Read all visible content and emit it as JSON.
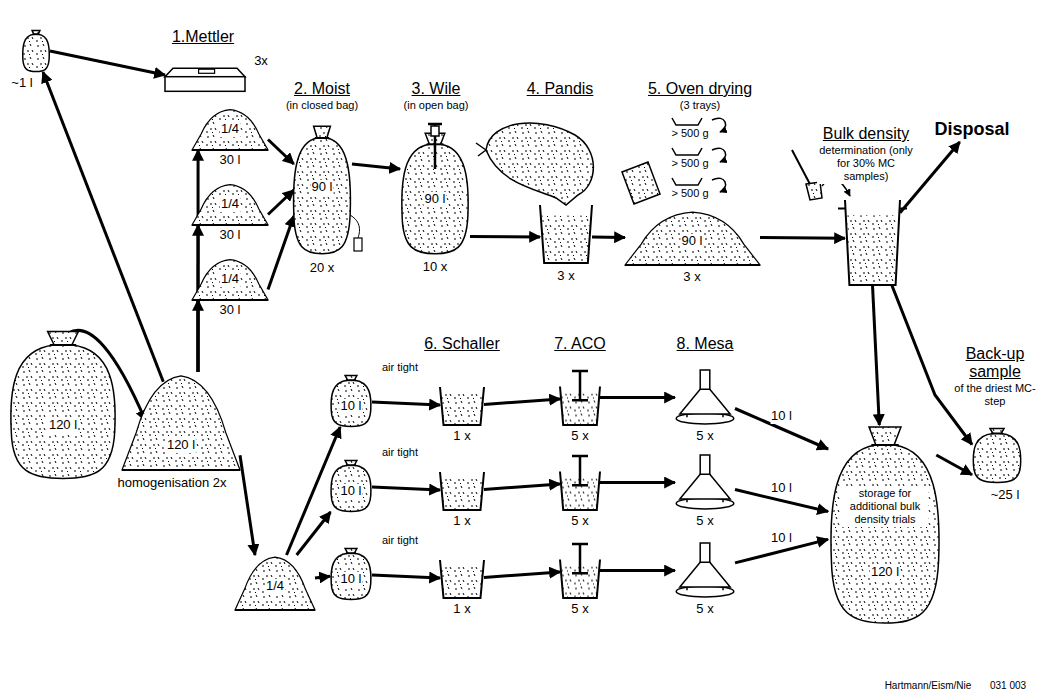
{
  "diagram": {
    "nodes": [
      {
        "text": [
          "120 l"
        ]
      },
      {
        "text": [
          "120 l",
          "homogenisation 2x"
        ]
      },
      {
        "text": [
          "~1 l"
        ]
      },
      {
        "text": [
          "1.Mettler",
          "3x"
        ]
      },
      {
        "text": [
          "1/4",
          "30 l"
        ]
      },
      {
        "text": [
          "1/4",
          "30 l"
        ]
      },
      {
        "text": [
          "1/4",
          "30 l"
        ]
      },
      {
        "text": [
          "90 l",
          "20 x"
        ]
      },
      {
        "text": [
          "90 l",
          "10 x"
        ]
      },
      {
        "text": [
          "3 x"
        ]
      },
      {
        "text": [
          "90 l",
          "3 x"
        ]
      },
      {
        "text": [
          "Bulk density",
          "determination (only for 30% MC samples)"
        ]
      },
      {
        "text": [
          "Disposal"
        ]
      },
      {
        "text": [
          "1/4"
        ]
      },
      {
        "text": [
          "air tight",
          "10 l"
        ]
      },
      {
        "text": [
          "air tight",
          "10 l"
        ]
      },
      {
        "text": [
          "air tight",
          "10 l"
        ]
      },
      {
        "text": [
          "1 x"
        ]
      },
      {
        "text": [
          "1 x"
        ]
      },
      {
        "text": [
          "1 x"
        ]
      },
      {
        "text": [
          "5 x"
        ]
      },
      {
        "text": [
          "5 x"
        ]
      },
      {
        "text": [
          "5 x"
        ]
      },
      {
        "text": [
          "5 x"
        ]
      },
      {
        "text": [
          "5 x"
        ]
      },
      {
        "text": [
          "5 x"
        ]
      },
      {
        "text": [
          "storage for additional bulk density trials",
          "120 l"
        ]
      },
      {
        "text": [
          "Back-up sample",
          "of the driest MC-step",
          "~25 l"
        ]
      }
    ],
    "edges": [
      {
        "from": 0,
        "to": 1,
        "arrow": "to"
      },
      {
        "from": 1,
        "to": 2,
        "arrow": "to"
      },
      {
        "from": 2,
        "to": 3,
        "arrow": "to"
      },
      {
        "from": 1,
        "to": 4,
        "arrow": "to"
      },
      {
        "from": 1,
        "to": 5,
        "arrow": "to"
      },
      {
        "from": 1,
        "to": 6,
        "arrow": "to"
      },
      {
        "from": 4,
        "to": 7,
        "arrow": "to"
      },
      {
        "from": 5,
        "to": 7,
        "arrow": "to"
      },
      {
        "from": 6,
        "to": 7,
        "arrow": "to"
      },
      {
        "from": 7,
        "to": 8,
        "arrow": "to"
      },
      {
        "from": 8,
        "to": 9,
        "arrow": "to"
      },
      {
        "from": 9,
        "to": 10,
        "arrow": "to"
      },
      {
        "from": 10,
        "to": 11,
        "arrow": "to"
      },
      {
        "from": 11,
        "to": 12,
        "arrow": "to"
      },
      {
        "from": 11,
        "to": 26,
        "arrow": "to"
      },
      {
        "from": 11,
        "to": 27,
        "arrow": "to"
      },
      {
        "from": 1,
        "to": 13,
        "arrow": "to"
      },
      {
        "from": 13,
        "to": 14,
        "arrow": "to"
      },
      {
        "from": 13,
        "to": 15,
        "arrow": "to"
      },
      {
        "from": 13,
        "to": 16,
        "arrow": "to"
      },
      {
        "from": 14,
        "to": 17,
        "arrow": "to"
      },
      {
        "from": 15,
        "to": 18,
        "arrow": "to"
      },
      {
        "from": 16,
        "to": 19,
        "arrow": "to"
      },
      {
        "from": 17,
        "to": 20,
        "arrow": "to"
      },
      {
        "from": 18,
        "to": 21,
        "arrow": "to"
      },
      {
        "from": 19,
        "to": 22,
        "arrow": "to"
      },
      {
        "from": 20,
        "to": 23,
        "arrow": "to"
      },
      {
        "from": 21,
        "to": 24,
        "arrow": "to"
      },
      {
        "from": 22,
        "to": 25,
        "arrow": "to"
      },
      {
        "from": 23,
        "to": 26,
        "label": "10 l",
        "arrow": "to"
      },
      {
        "from": 24,
        "to": 26,
        "label": "10 l",
        "arrow": "to"
      },
      {
        "from": 25,
        "to": 26,
        "label": "10 l",
        "arrow": "to"
      },
      {
        "from": 26,
        "to": 27,
        "arrow": "to"
      }
    ],
    "labels": [
      "2. Moist",
      "(in closed bag)",
      "3. Wile",
      "(in open bag)",
      "4. Pandis",
      "5. Oven drying",
      "(3 trays)",
      "> 500 g",
      "> 500 g",
      "> 500 g",
      "6. Schaller",
      "7. ACO",
      "8. Mesa",
      "Hartmann/Eism/Nie",
      "031 003"
    ]
  }
}
